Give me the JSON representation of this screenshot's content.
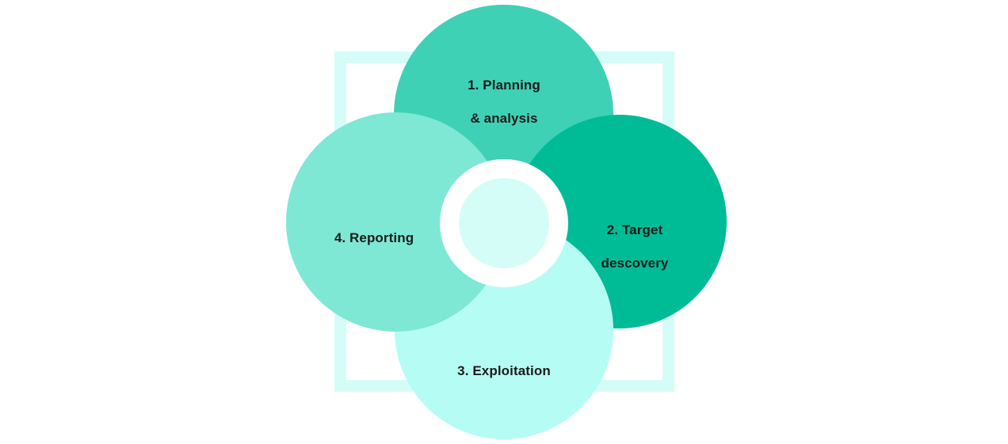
{
  "diagram": {
    "kind": "pentest-lifecycle-cycle-diagram",
    "background_color": "#ffffff",
    "frame": {
      "border_color": "#d5fdf8"
    },
    "hub": {
      "ring_color": "#ffffff",
      "core_color": "#d5fdf8"
    },
    "text_color": "#1b1b1b",
    "steps": [
      {
        "position": "top",
        "line1": "1. Planning",
        "line2": "& analysis",
        "color": "#3ed1b5"
      },
      {
        "position": "right",
        "line1": "2. Target",
        "line2": "descovery",
        "color": "#00bc96"
      },
      {
        "position": "bottom",
        "line1": "3. Exploitation",
        "line2": "",
        "color": "#b5fdf4"
      },
      {
        "position": "left",
        "line1": "4. Reporting",
        "line2": "",
        "color": "#7ee8d4"
      }
    ]
  }
}
